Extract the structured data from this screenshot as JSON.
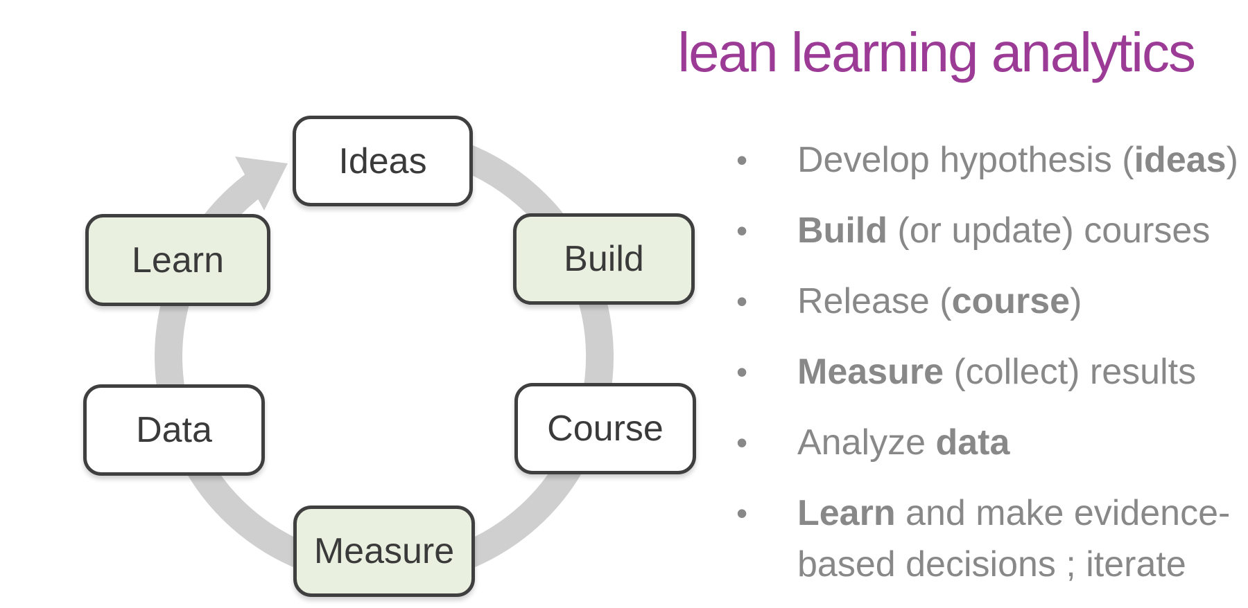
{
  "title": {
    "text": "lean learning analytics",
    "color": "#9b3b96"
  },
  "cycle": {
    "arrow_color": "#cfcfcf",
    "node_border_color": "#3f3f3f",
    "node_fill_green": "#e9f0e0",
    "node_fill_white": "#ffffff",
    "flow_order": [
      "Ideas",
      "Build",
      "Course",
      "Measure",
      "Data",
      "Learn"
    ],
    "nodes": [
      {
        "id": "ideas",
        "label": "Ideas",
        "variant": "white"
      },
      {
        "id": "build",
        "label": "Build",
        "variant": "green"
      },
      {
        "id": "course",
        "label": "Course",
        "variant": "white"
      },
      {
        "id": "measure",
        "label": "Measure",
        "variant": "green"
      },
      {
        "id": "data",
        "label": "Data",
        "variant": "white"
      },
      {
        "id": "learn",
        "label": "Learn",
        "variant": "green"
      }
    ]
  },
  "bullets": {
    "text_color": "#888888",
    "items": [
      {
        "segments": [
          {
            "text": "Develop hypothesis (",
            "bold": false
          },
          {
            "text": "ideas",
            "bold": true
          },
          {
            "text": ")",
            "bold": false
          }
        ]
      },
      {
        "segments": [
          {
            "text": "Build",
            "bold": true
          },
          {
            "text": " (or update) courses",
            "bold": false
          }
        ]
      },
      {
        "segments": [
          {
            "text": "Release (",
            "bold": false
          },
          {
            "text": "course",
            "bold": true
          },
          {
            "text": ")",
            "bold": false
          }
        ]
      },
      {
        "segments": [
          {
            "text": "Measure",
            "bold": true
          },
          {
            "text": " (collect) results",
            "bold": false
          }
        ]
      },
      {
        "segments": [
          {
            "text": "Analyze ",
            "bold": false
          },
          {
            "text": "data",
            "bold": true
          }
        ]
      },
      {
        "segments": [
          {
            "text": "Learn",
            "bold": true
          },
          {
            "text": " and make evidence-",
            "bold": false
          },
          {
            "break": true
          },
          {
            "text": "based decisions ; iterate",
            "bold": false
          }
        ]
      }
    ]
  }
}
